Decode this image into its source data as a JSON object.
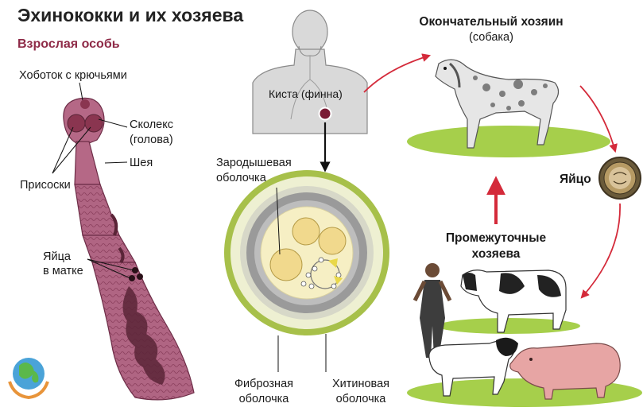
{
  "header": {
    "title": "Эхинококки и их хозяева",
    "subtitle": "Взрослая особь"
  },
  "worm": {
    "proboscis": "Хоботок с крючьями",
    "scolex_line1": "Сколекс",
    "scolex_line2": "(голова)",
    "neck": "Шея",
    "suckers": "Присоски",
    "eggs_line1": "Яйца",
    "eggs_line2": "в матке"
  },
  "human": {
    "cyst": "Киста (финна)"
  },
  "cyst_detail": {
    "germinal_line1": "Зародышевая",
    "germinal_line2": "оболочка",
    "fibrous_line1": "Фиброзная",
    "fibrous_line2": "оболочка",
    "chitin_line1": "Хитиновая",
    "chitin_line2": "оболочка"
  },
  "cycle": {
    "definitive_host": "Окончательный хозяин",
    "definitive_host_note": "(собака)",
    "egg": "Яйцо",
    "intermediate_line1": "Промежуточные",
    "intermediate_line2": "хозяева"
  },
  "colors": {
    "worm": "#a8577a",
    "worm_dark": "#5a2437",
    "accent": "#8e2a47",
    "arrow_red": "#d42a3a",
    "grass": "#a6cf4b",
    "cyst_outer": "#a7c04a",
    "cyst_fill": "#f6efc4"
  },
  "icons": [
    "human-silhouette-icon",
    "dog-icon",
    "egg-icon",
    "cow-icon",
    "sheep-icon",
    "pig-icon",
    "farmer-icon",
    "earth-hands-logo-icon"
  ]
}
